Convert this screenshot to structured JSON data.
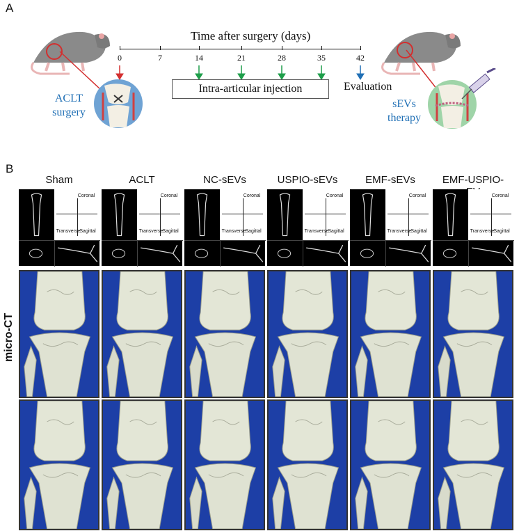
{
  "panel_a": {
    "letter": "A",
    "timeline_title": "Time after surgery (days)",
    "days": [
      "0",
      "7",
      "14",
      "21",
      "28",
      "35",
      "42"
    ],
    "injection_label": "Intra-articular injection",
    "evaluation_label": "Evaluation",
    "left_caption_1": "ACLT",
    "left_caption_2": "surgery",
    "right_caption_1": "sEVs",
    "right_caption_2": "therapy",
    "arrow_colors": {
      "surgery": "#d32f2f",
      "injection": "#1e9e4a",
      "evaluation": "#1f6fb5"
    }
  },
  "panel_b": {
    "letter": "B",
    "row_label": "micro-CT",
    "groups": [
      "Sham",
      "ACLT",
      "NC-sEVs",
      "USPIO-sEVs",
      "EMF-sEVs",
      "EMF-USPIO-sEVs"
    ],
    "ct_labels": {
      "coronal": "Coronal",
      "transverse": "Transverse",
      "sagittal": "Sagittal"
    },
    "render_bg": "#1d3fa6"
  }
}
